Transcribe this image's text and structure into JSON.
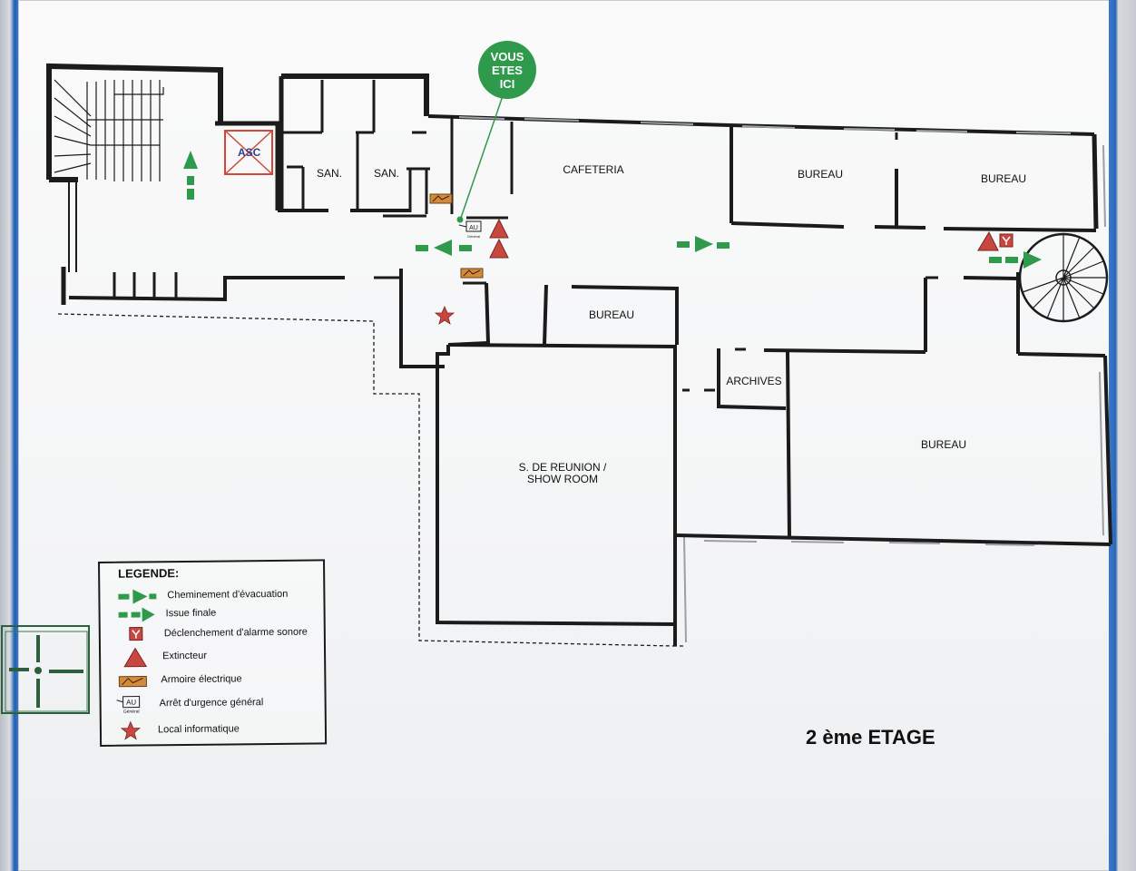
{
  "plan": {
    "floor_title": "2 ème ETAGE",
    "you_are_here": [
      "VOUS",
      "ETES",
      "ICI"
    ],
    "elevator_label": "ASC",
    "emergency_stop_tag": "AU",
    "emergency_stop_sub": "Général",
    "rooms": {
      "san_1": "SAN.",
      "san_2": "SAN.",
      "cafeteria": "CAFETERIA",
      "bureau_top_1": "BUREAU",
      "bureau_top_2": "BUREAU",
      "bureau_mid": "BUREAU",
      "archives": "ARCHIVES",
      "bureau_large": "BUREAU",
      "reunion_line1": "S. DE REUNION /",
      "reunion_line2": "SHOW ROOM"
    }
  },
  "legend": {
    "title": "LEGENDE:",
    "items": [
      {
        "label": "Cheminement d'évacuation",
        "icon": "evacuation-route-arrow"
      },
      {
        "label": "Issue finale",
        "icon": "final-exit-arrow"
      },
      {
        "label": "Déclenchement d'alarme sonore",
        "icon": "alarm-trigger-icon"
      },
      {
        "label": "Extincteur",
        "icon": "extinguisher-triangle-icon"
      },
      {
        "label": "Armoire électrique",
        "icon": "electrical-cabinet-icon"
      },
      {
        "label": "Arrêt d'urgence général",
        "icon": "emergency-stop-icon"
      },
      {
        "label": "Local informatique",
        "icon": "it-room-star-icon"
      }
    ]
  },
  "colors": {
    "wall": "#1b1b1b",
    "green": "#2f9a4b",
    "red": "#c8473f",
    "orange": "#d48a3c",
    "window": "#9aa0a6"
  }
}
